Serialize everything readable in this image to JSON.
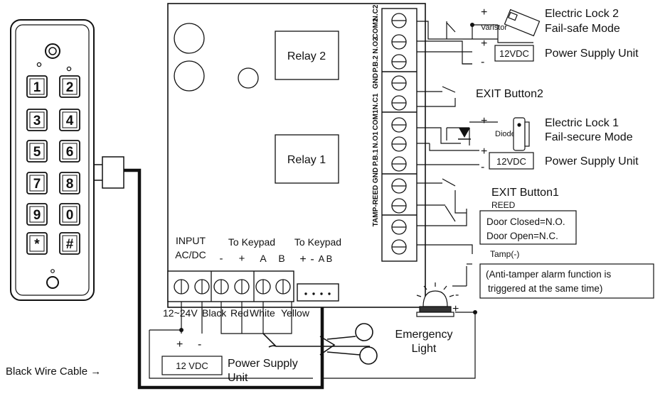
{
  "keypad": {
    "keys": [
      "1",
      "2",
      "3",
      "4",
      "5",
      "6",
      "7",
      "8",
      "9",
      "0",
      "*",
      "#"
    ]
  },
  "board": {
    "relay2": "Relay 2",
    "relay1": "Relay 1",
    "terminal_labels": [
      "N.C2",
      "COM2",
      "N.O2",
      "P.B.2",
      "GND",
      "N.C1",
      "COM1",
      "N.O1",
      "P.B.1",
      "GND",
      "TAMP-REED"
    ],
    "input_label_1": "INPUT",
    "input_label_2": "AC/DC",
    "to_keypad_1": "To Keypad",
    "to_keypad_1_pins": [
      "-",
      "+",
      "A",
      "B"
    ],
    "to_keypad_2": "To Keypad",
    "to_keypad_2_pins": [
      "+",
      "-",
      "A",
      "B"
    ]
  },
  "right": {
    "lock2_line1": "Electric Lock 2",
    "lock2_line2": "Fail-safe Mode",
    "varistor": "Varistor",
    "psu_top_box": "12VDC",
    "psu_top_label": "Power Supply Unit",
    "exit2": "EXIT Button2",
    "lock1_line1": "Electric Lock 1",
    "lock1_line2": "Fail-secure Mode",
    "diode": "Diode",
    "psu_mid_box": "12VDC",
    "psu_mid_label": "Power Supply Unit",
    "exit1": "EXIT Button1",
    "reed": "REED",
    "door_closed": "Door Closed=N.O.",
    "door_open": "Door Open=N.C.",
    "tamp": "Tamp(-)",
    "tamper_line1": "(Anti-tamper alarm function is",
    "tamper_line2": "triggered at the same time)",
    "emergency_1": "Emergency",
    "emergency_2": "Light",
    "plus": "+",
    "minus": "-"
  },
  "bottom": {
    "voltage": "12~24V",
    "wire_black": "Black",
    "wire_red": "Red",
    "wire_white": "White",
    "wire_yellow": "Yellow",
    "psu_box": "12 VDC",
    "psu_label_1": "Power Supply",
    "psu_label_2": "Unit",
    "plus": "+",
    "minus": "-",
    "cable_label": "Black Wire Cable →"
  }
}
